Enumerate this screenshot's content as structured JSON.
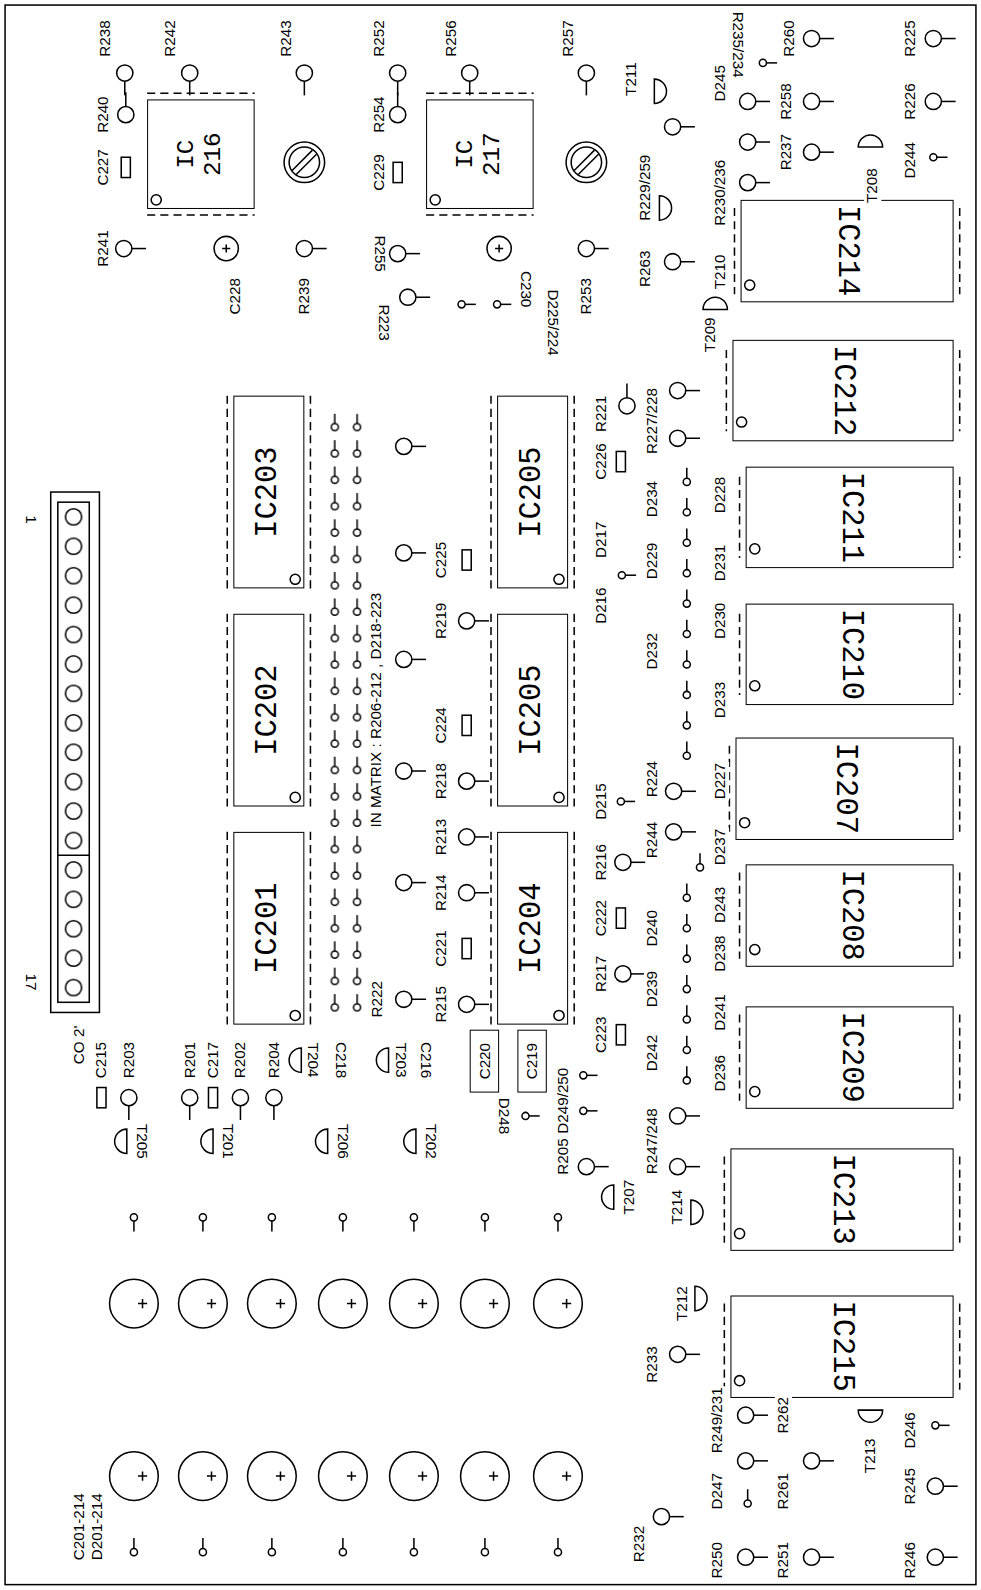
{
  "diagram": {
    "nodes": [
      {
        "text": [
          "IC 216"
        ]
      },
      {
        "text": [
          "IC 217"
        ]
      },
      {
        "text": [
          "IC214"
        ]
      },
      {
        "text": [
          "IC212"
        ]
      },
      {
        "text": [
          "IC203"
        ]
      },
      {
        "text": [
          "IC205"
        ]
      },
      {
        "text": [
          "IC211"
        ]
      },
      {
        "text": [
          "IC210"
        ]
      },
      {
        "text": [
          "IC202"
        ]
      },
      {
        "text": [
          "IC205"
        ]
      },
      {
        "text": [
          "IC207"
        ]
      },
      {
        "text": [
          "IC201"
        ]
      },
      {
        "text": [
          "IC204"
        ]
      },
      {
        "text": [
          "IC208"
        ]
      },
      {
        "text": [
          "IC209"
        ]
      },
      {
        "text": [
          "C220"
        ]
      },
      {
        "text": [
          "C219"
        ]
      },
      {
        "text": [
          "IC213"
        ]
      },
      {
        "text": [
          "IC215"
        ]
      }
    ],
    "labels": [
      "R238",
      "R242",
      "R243",
      "R252",
      "R256",
      "R257",
      "R240",
      "C227",
      "R241",
      "C228",
      "R239",
      "R254",
      "C229",
      "R255",
      "R223",
      "C230",
      "D225/224",
      "R253",
      "T211",
      "R235/234",
      "R260",
      "R225",
      "D245",
      "R258",
      "R226",
      "R237",
      "D244",
      "T208",
      "R229/259",
      "R230/236",
      "R263",
      "T210",
      "T209",
      "R221",
      "R227/228",
      "C226",
      "D228",
      "D234",
      "D217",
      "D229",
      "D231",
      "D216",
      "D230",
      "D232",
      "D233",
      "R224",
      "D227",
      "D215",
      "R244",
      "D237",
      "R216",
      "D243",
      "C222",
      "D240",
      "D238",
      "R217",
      "D239",
      "D241",
      "C223",
      "D242",
      "D236",
      "R247/248",
      "T207",
      "T214",
      "T212",
      "R233",
      "R249/231",
      "R262",
      "T213",
      "D246",
      "R245",
      "R246",
      "R232",
      "D247",
      "R250",
      "R261",
      "R251",
      "IN MATRIX : R206-212 , D218-223",
      "R222",
      "R215",
      "C221",
      "R214",
      "R213",
      "R218",
      "C224",
      "R219",
      "C225",
      "D248",
      "D249/250",
      "R205",
      "C215",
      "R203",
      "R201",
      "C217",
      "R202",
      "R204",
      "T204",
      "C218",
      "T203",
      "C216",
      "T205",
      "T201",
      "T206",
      "T202",
      "C201-214",
      "D201-214",
      "CO 2'",
      "1",
      "17"
    ]
  }
}
